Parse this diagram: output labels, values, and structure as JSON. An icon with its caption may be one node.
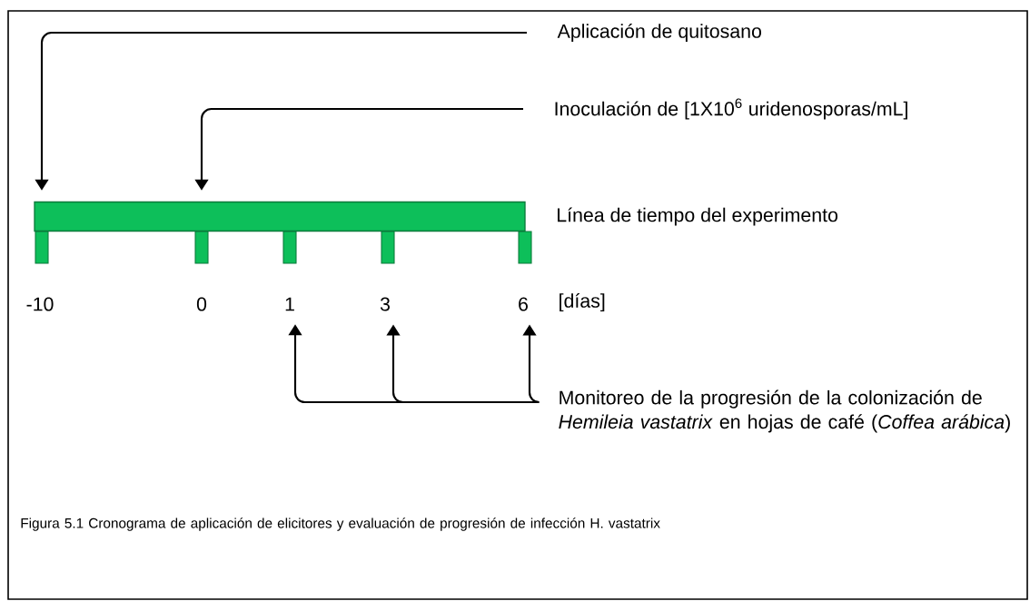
{
  "diagram": {
    "caption": "Figura 5.1 Cronograma de aplicación de elicitores y evaluación de progresión de infección H. vastatrix",
    "nodes": [
      {
        "text": [
          "Aplicación de quitosano"
        ]
      },
      {
        "text": [
          "Inoculación de [1X10$^{6}$ uridenosporas/mL]"
        ]
      },
      {
        "text": [
          "Línea de tiempo del experimento"
        ]
      },
      {
        "text": [
          "-10"
        ]
      },
      {
        "text": [
          "0"
        ]
      },
      {
        "text": [
          "1"
        ]
      },
      {
        "text": [
          "3"
        ]
      },
      {
        "text": [
          "6"
        ]
      },
      {
        "text": [
          "Monitoreo de la progresión de la colonización de *Hemileia vastatrix* en hojas de café (*Coffea arábica*)"
        ]
      }
    ],
    "edges": [
      {
        "from": 0,
        "to": 2,
        "arrow": "to"
      },
      {
        "from": 1,
        "to": 2,
        "arrow": "to"
      },
      {
        "from": 8,
        "to": 5,
        "arrow": "to"
      },
      {
        "from": 8,
        "to": 6,
        "arrow": "to"
      },
      {
        "from": 8,
        "to": 7,
        "arrow": "to"
      }
    ],
    "labels": [
      "[días]"
    ]
  }
}
